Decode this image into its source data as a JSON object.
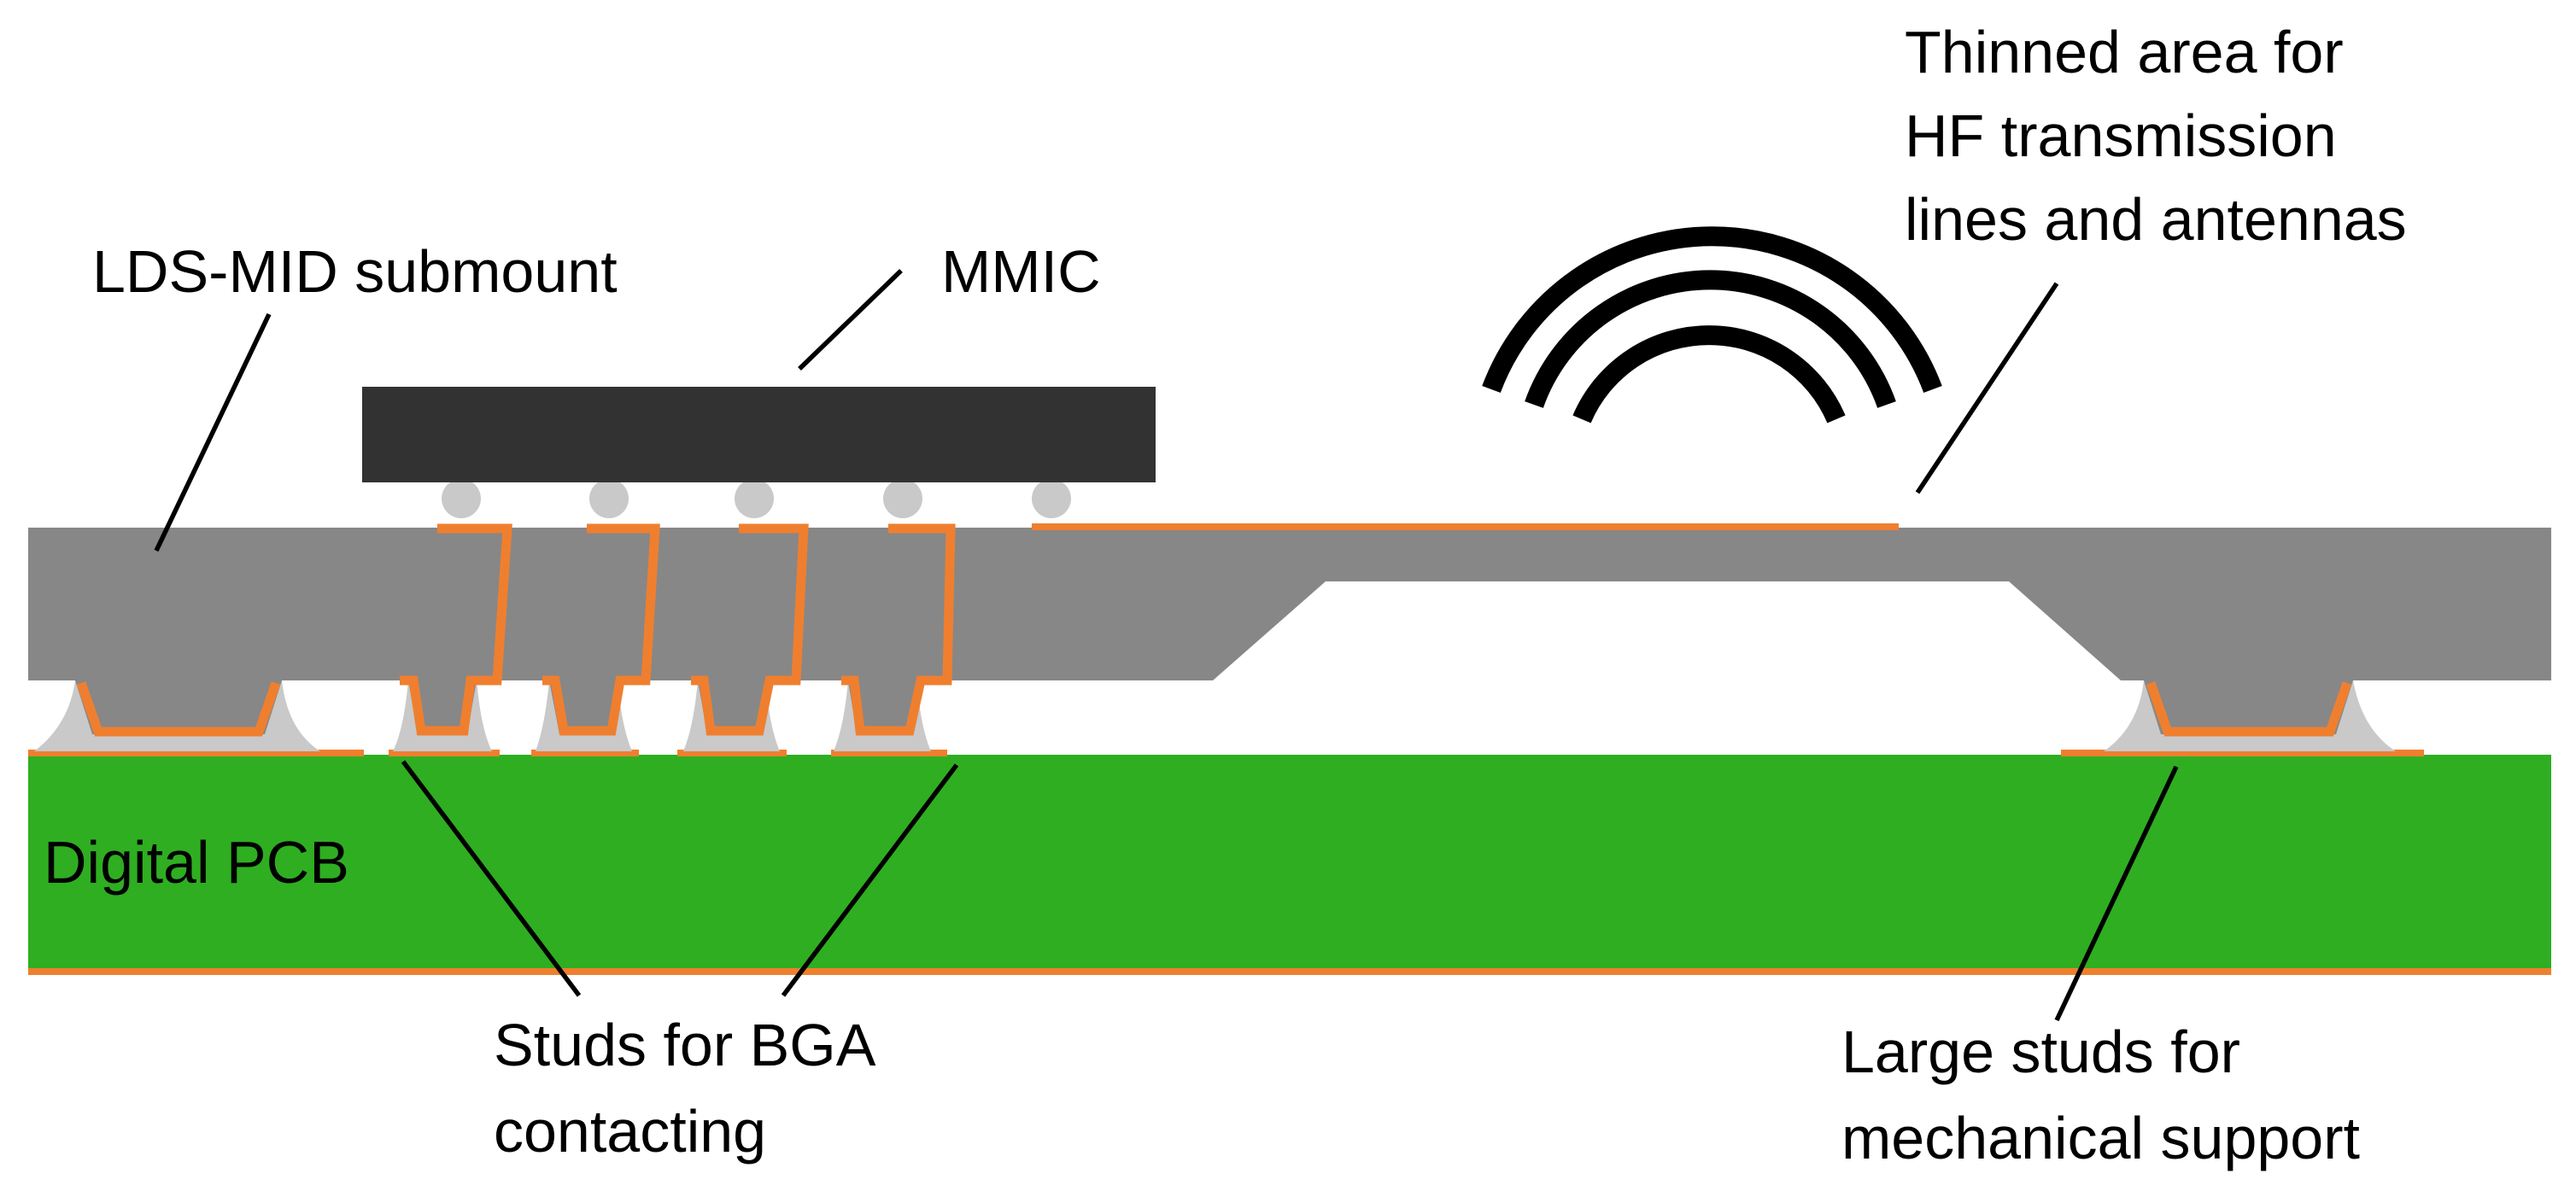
{
  "labels": {
    "submount": "LDS-MID submount",
    "mmic": "MMIC",
    "thinned": [
      "Thinned area for",
      "HF transmission",
      "lines and antennas"
    ],
    "pcb": "Digital PCB",
    "bga_studs": [
      "Studs for BGA",
      "contacting"
    ],
    "large_studs": [
      "Large studs for",
      "mechanical support"
    ]
  },
  "colors": {
    "submount": "#878787",
    "copper": "#ef7f2f",
    "pcb": "#2fae22",
    "chip": "#323232",
    "solder": "#c9c9c9",
    "waves": "#000000"
  },
  "icons": [
    "antenna-radiation-icon"
  ]
}
